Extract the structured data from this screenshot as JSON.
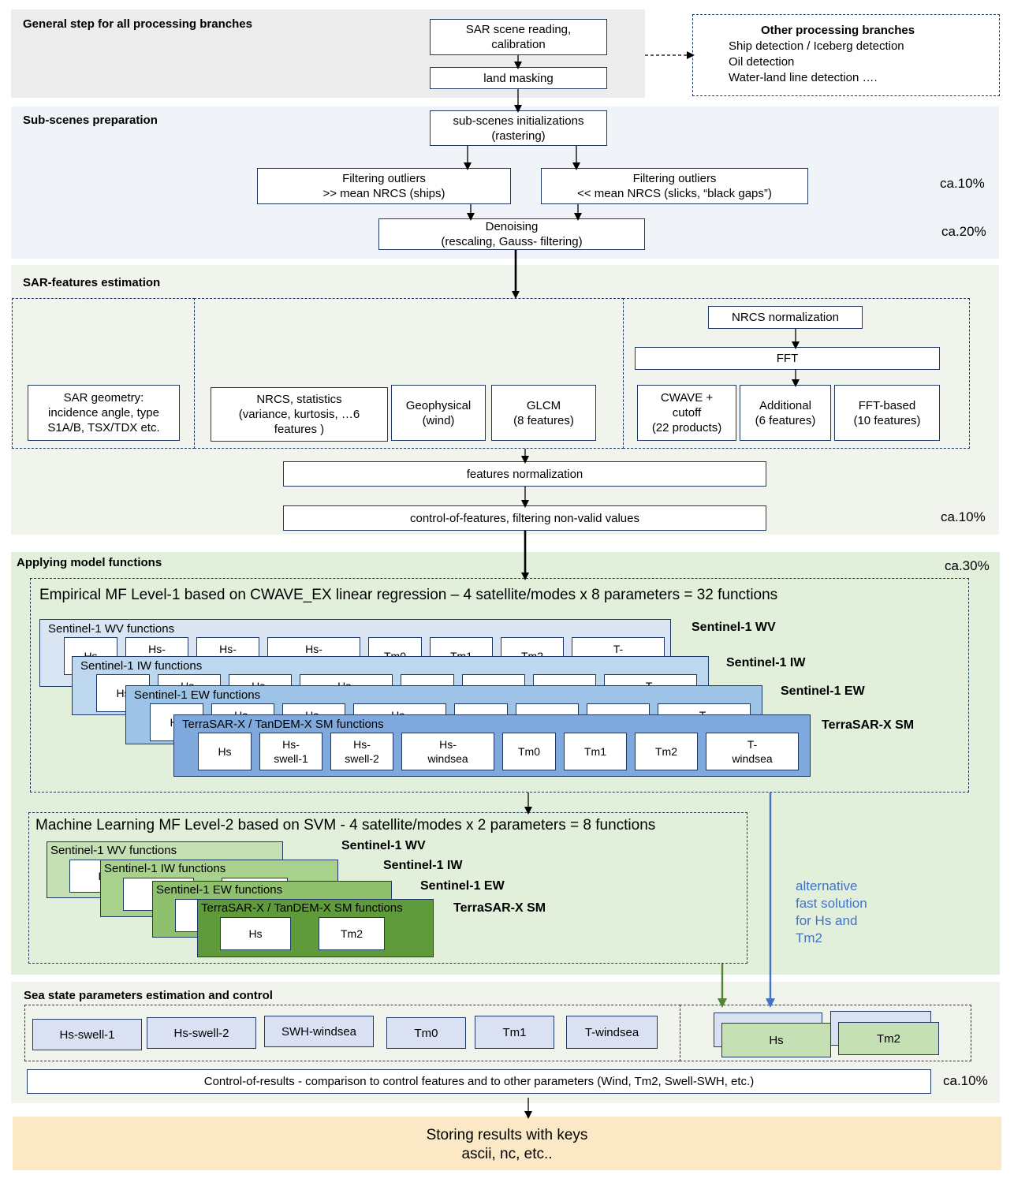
{
  "general": {
    "title": "General step for all processing branches",
    "sar_reading": "SAR scene reading,\ncalibration",
    "land_masking": "land masking"
  },
  "other": {
    "title": "Other processing branches",
    "items": [
      "Ship detection / Iceberg detection",
      "Oil detection",
      "Water-land line detection …."
    ]
  },
  "subscenes": {
    "title": "Sub-scenes preparation",
    "init": "sub-scenes initializations\n(rastering)",
    "filter_ships": "Filtering outliers\n>> mean NRCS (ships)",
    "filter_slicks": "Filtering outliers\n<< mean NRCS (slicks, “black gaps”)",
    "denoising": "Denoising\n(rescaling, Gauss- filtering)",
    "pct_filter": "ca.10%",
    "pct_denoise": "ca.20%"
  },
  "features": {
    "title": "SAR-features estimation",
    "sar_geometry": "SAR geometry:\nincidence angle, type\nS1A/B, TSX/TDX etc.",
    "nrcs_stats": "NRCS, statistics\n(variance, kurtosis, …6\nfeatures )",
    "geophysical": "Geophysical\n(wind)",
    "glcm": "GLCM\n(8 features)",
    "nrcs_norm": "NRCS normalization",
    "fft": "FFT",
    "cwave": "CWAVE +\ncutoff\n(22 products)",
    "additional": "Additional\n(6 features)",
    "fft_based": "FFT-based\n(10 features)",
    "features_norm": "features normalization",
    "control": "control-of-features, filtering non-valid values",
    "pct": "ca.10%"
  },
  "model": {
    "title": "Applying model functions",
    "pct": "ca.30%",
    "level1_head": "Empirical MF Level-1 based on CWAVE_EX linear regression –   4 satellite/modes x  8 parameters = 32 functions",
    "level2_head": "Machine Learning MF Level-2 based on SVM -  4 satellite/modes x  2 parameters = 8 functions",
    "cards_l1": [
      {
        "label": "Sentinel-1 WV functions",
        "side": "Sentinel-1 WV"
      },
      {
        "label": "Sentinel-1 IW functions",
        "side": "Sentinel-1 IW"
      },
      {
        "label": "Sentinel-1 EW functions",
        "side": "Sentinel-1 EW"
      },
      {
        "label": "TerraSAR-X / TanDEM-X SM functions",
        "side": "TerraSAR-X SM"
      }
    ],
    "cards_l2": [
      {
        "label": "Sentinel-1 WV functions",
        "side": "Sentinel-1 WV"
      },
      {
        "label": "Sentinel-1 IW functions",
        "side": "Sentinel-1 IW"
      },
      {
        "label": "Sentinel-1 EW functions",
        "side": "Sentinel-1 EW"
      },
      {
        "label": "TerraSAR-X / TanDEM-X SM functions",
        "side": "TerraSAR-X SM"
      }
    ],
    "params_l1": [
      "Hs",
      "Hs-\nswell-1",
      "Hs-\nswell-2",
      "Hs-\nwindsea",
      "Tm0",
      "Tm1",
      "Tm2",
      "T-\nwindsea"
    ],
    "params_l2": [
      "Hs",
      "Tm2"
    ],
    "alt_note": "alternative\nfast solution\nfor Hs and\nTm2",
    "colors": {
      "l1": [
        "#dae5f3",
        "#bdd7ee",
        "#9dc3e6",
        "#7fa9dc"
      ],
      "l2": [
        "#c5e0b4",
        "#a9d18e",
        "#8fc06e",
        "#5f9a3b"
      ]
    }
  },
  "seastate": {
    "title": "Sea state parameters estimation and control",
    "params": [
      "Hs-swell-1",
      "Hs-swell-2",
      "SWH-windsea",
      "Tm0",
      "Tm1",
      "T-windsea"
    ],
    "fast": [
      "Hs",
      "Tm2"
    ],
    "control": "Control-of-results  - comparison to control features and to other parameters (Wind, Tm2, Swell-SWH, etc.)",
    "pct": "ca.10%"
  },
  "storing": {
    "text": "Storing results with keys\nascii, nc, etc.."
  }
}
